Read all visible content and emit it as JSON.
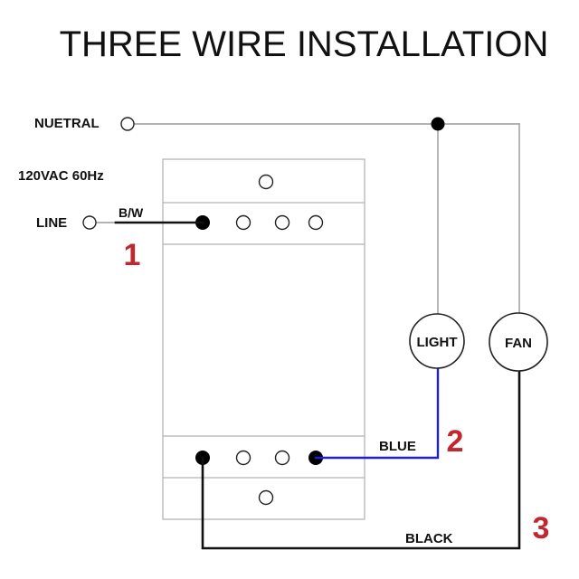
{
  "title": "THREE WIRE INSTALLATION",
  "labels": {
    "neutral": "NUETRAL",
    "voltage": "120VAC 60Hz",
    "line": "LINE",
    "bw": "B/W",
    "light": "LIGHT",
    "fan": "FAN",
    "blue": "BLUE",
    "black": "BLACK"
  },
  "steps": [
    "1",
    "2",
    "3"
  ],
  "colors": {
    "step_number": "#c1272d",
    "blue_wire": "#1e1ee0",
    "black_wire": "#111111",
    "neutral_wire": "#9a9a9a"
  }
}
